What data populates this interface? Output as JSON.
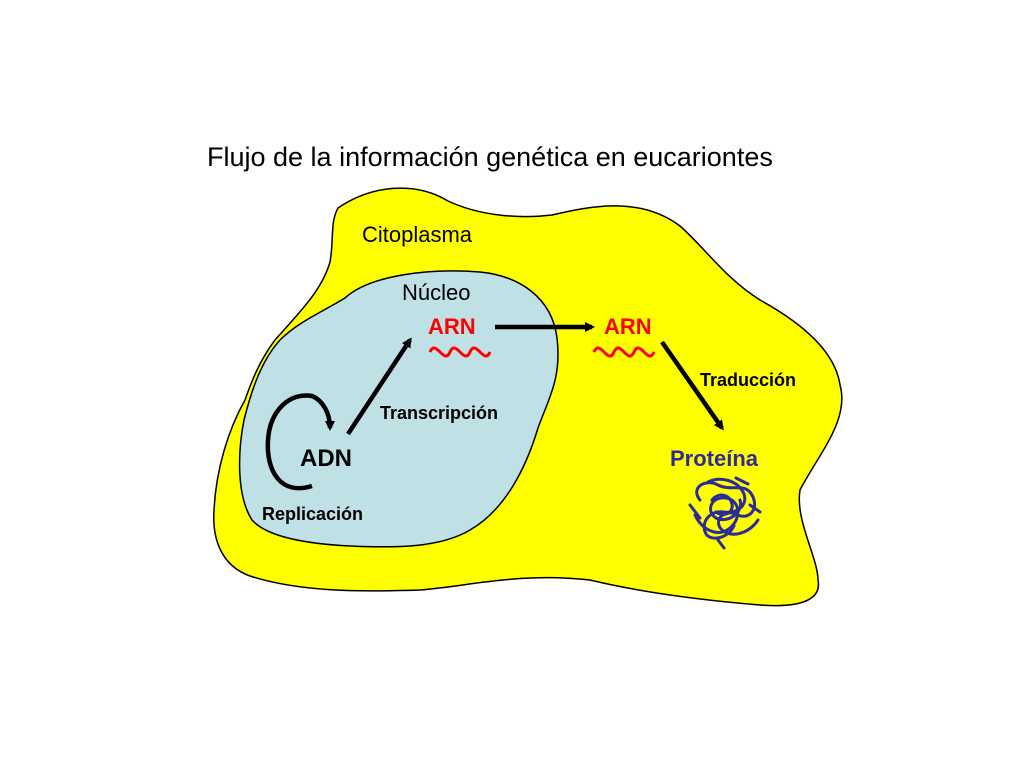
{
  "title": "Flujo de la información genética en eucariontes",
  "regions": {
    "cytoplasm": "Citoplasma",
    "nucleus": "Núcleo"
  },
  "molecules": {
    "dna": "ADN",
    "rna_nucleus": "ARN",
    "rna_cytoplasm": "ARN",
    "protein": "Proteína"
  },
  "processes": {
    "replication": "Replicación",
    "transcription": "Transcripción",
    "translation": "Traducción"
  },
  "colors": {
    "cytoplasm": "#ffff00",
    "nucleus": "#bfe0e4",
    "rna": "#ff0000",
    "protein": "#2b2b9a",
    "arrow": "#000000"
  }
}
